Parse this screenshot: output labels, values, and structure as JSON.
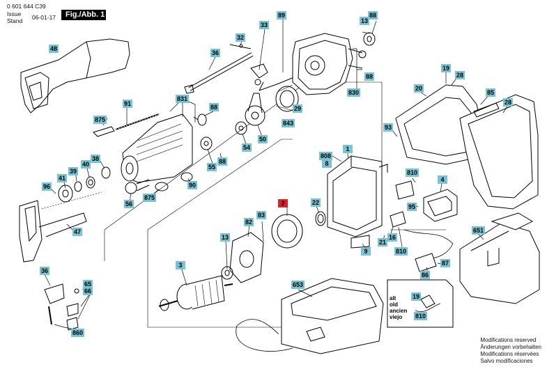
{
  "header": {
    "part_number": "0 601 644 C39",
    "issue_label_1": "Issue",
    "issue_label_2": "Stand",
    "issue_date": "06-01-17",
    "figure_label": "Fig./Abb. 1"
  },
  "callouts": {
    "c88a": "88",
    "c13a": "13",
    "c89": "89",
    "c33": "33",
    "c32": "32",
    "c36a": "36",
    "c48": "48",
    "c88b": "88",
    "c830": "830",
    "c19a": "19",
    "c28a": "28",
    "c20": "20",
    "c85": "85",
    "c28b": "28",
    "c91": "91",
    "c831": "831",
    "c875a": "875",
    "c88c": "88",
    "c29": "29",
    "c843": "843",
    "c50": "50",
    "c54": "54",
    "c93": "93",
    "c38": "38",
    "c40": "40",
    "c39": "39",
    "c41": "41",
    "c96": "96",
    "c55": "55",
    "c88d": "88",
    "c808": "808",
    "c8": "8",
    "c1": "1",
    "c90": "90",
    "c875b": "875",
    "c56": "56",
    "c810a": "810",
    "c4": "4",
    "c2": "2",
    "c22": "22",
    "c95": "95",
    "c47": "47",
    "c82": "82",
    "c83": "83",
    "c651": "651",
    "c16": "16",
    "c21": "21",
    "c9": "9",
    "c810b": "810",
    "c13b": "13",
    "c87": "87",
    "c3": "3",
    "c36b": "36",
    "c86": "86",
    "c653": "653",
    "c65": "65",
    "c66": "66",
    "c19b": "19",
    "c810c": "810",
    "c860": "860"
  },
  "variant_labels": {
    "line1": "alt",
    "line2": "old",
    "line3": "ancien",
    "line4": "viejo"
  },
  "footer": {
    "line1": "Modifications reserved",
    "line2": "Änderungen vorbehalten",
    "line3": "Modifications réservées",
    "line4": "Salvo modificaciones"
  },
  "colors": {
    "callout_fill": "#79c3d3",
    "highlight_fill": "#d8222a",
    "line": "#000000"
  }
}
